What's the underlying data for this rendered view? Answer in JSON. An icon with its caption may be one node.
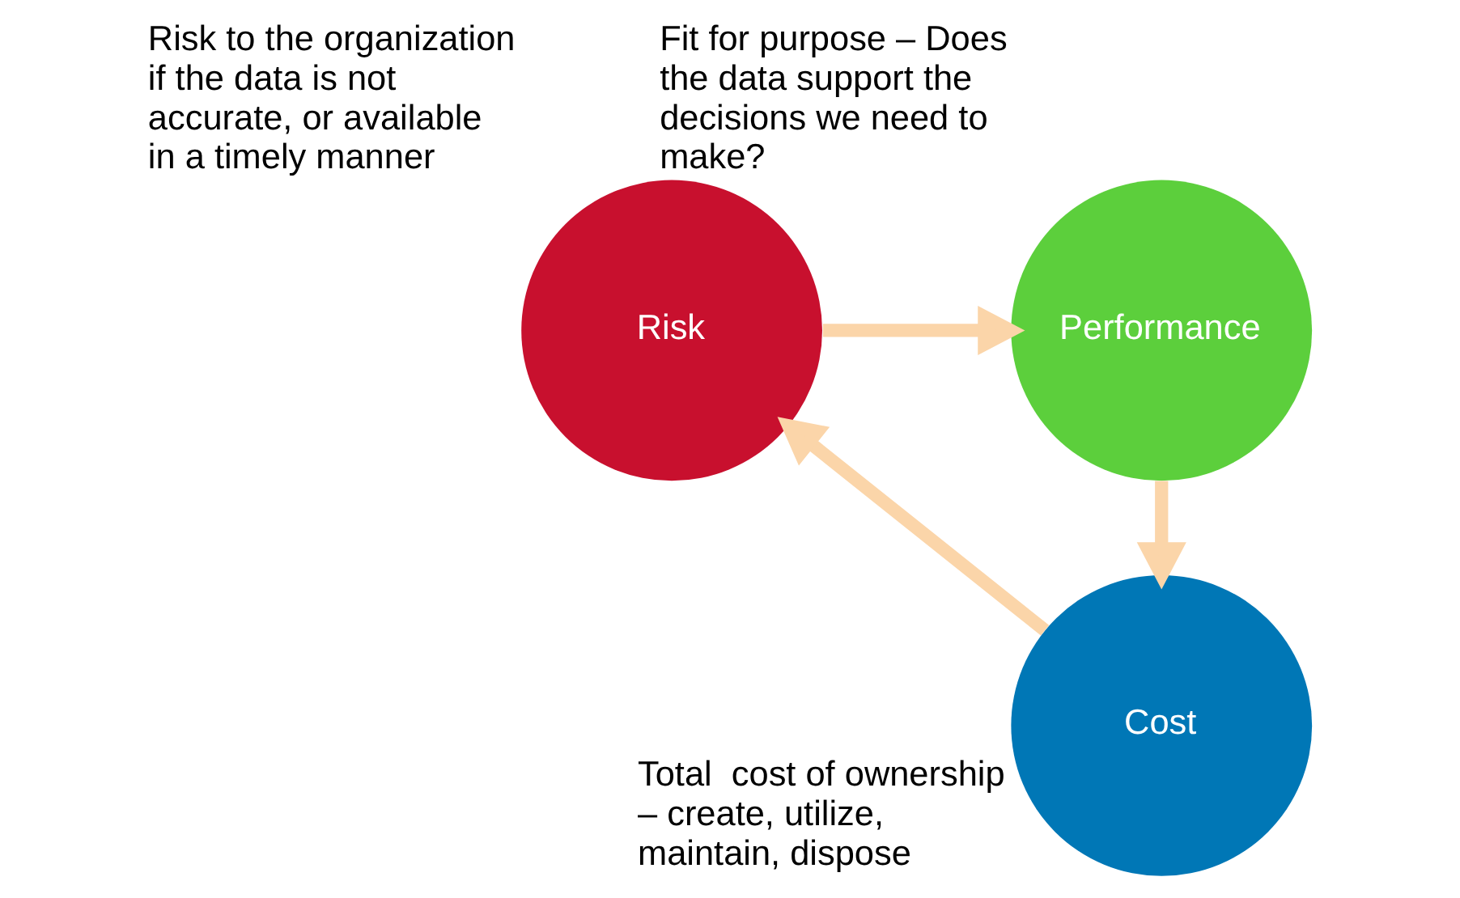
{
  "diagram": {
    "nodes": [
      {
        "text": [
          "Risk"
        ],
        "beside": [
          "Risk to the organization if the data is not accurate, or available  in a timely manner"
        ]
      },
      {
        "text": [
          "Performance"
        ],
        "beside": [
          "Fit for purpose – Does the data support the decisions we need to make?"
        ]
      },
      {
        "text": [
          "Cost"
        ],
        "beside": [
          "Total  cost of ownership – create, utilize, maintain, dispose"
        ]
      }
    ],
    "edges": [
      {
        "from": 0,
        "to": 1,
        "arrow": "to"
      },
      {
        "from": 1,
        "to": 2,
        "arrow": "to"
      },
      {
        "from": 2,
        "to": 0,
        "arrow": "to"
      }
    ]
  }
}
